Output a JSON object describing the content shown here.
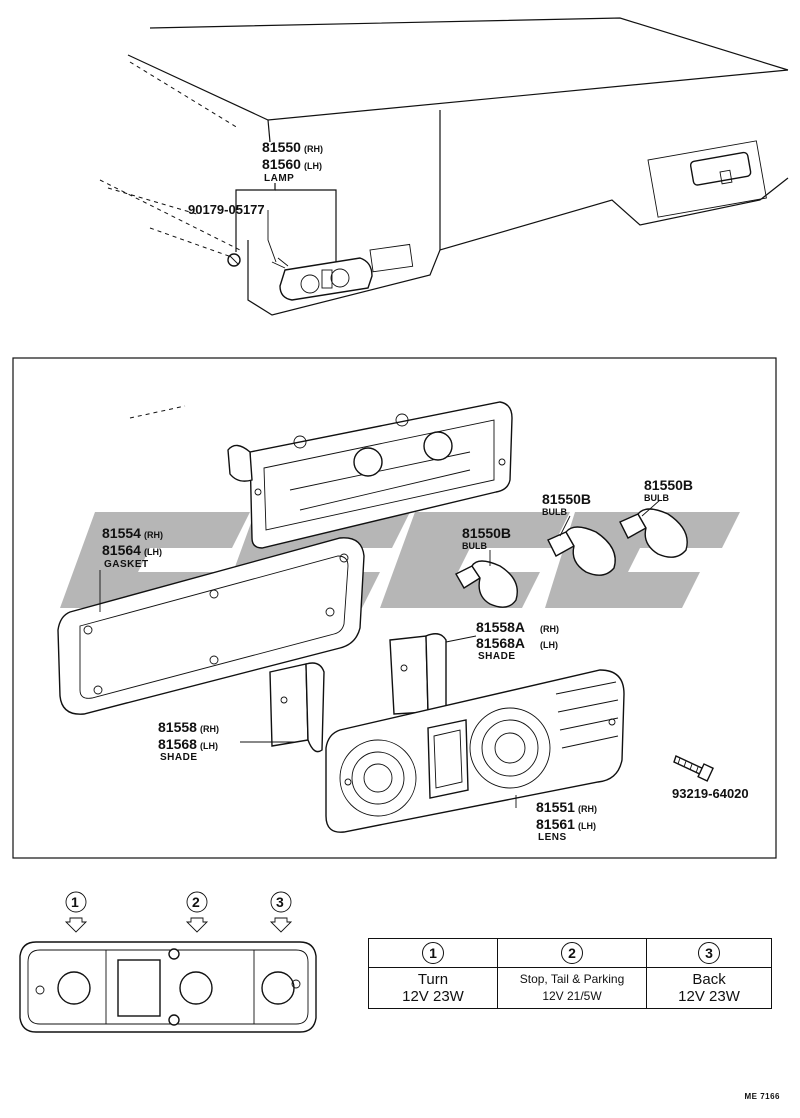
{
  "top_labels": {
    "lamp_rh": "81550",
    "lamp_rh_side": "(RH)",
    "lamp_lh": "81560",
    "lamp_lh_side": "(LH)",
    "lamp_name": "LAMP",
    "screw_top": "90179-05177"
  },
  "parts": {
    "gasket_rh": "81554",
    "gasket_rh_side": "(RH)",
    "gasket_lh": "81564",
    "gasket_lh_side": "(LH)",
    "gasket_name": "GASKET",
    "shade_rh": "81558",
    "shade_rh_side": "(RH)",
    "shade_lh": "81568",
    "shade_lh_side": "(LH)",
    "shade_name": "SHADE",
    "shadeA_rh": "81558A",
    "shadeA_rh_side": "(RH)",
    "shadeA_lh": "81568A",
    "shadeA_lh_side": "(LH)",
    "shadeA_name": "SHADE",
    "bulb1": "81550B",
    "bulb1_name": "BULB",
    "bulb2": "81550B",
    "bulb2_name": "BULB",
    "bulb3": "81550B",
    "bulb3_name": "BULB",
    "lens_rh": "81551",
    "lens_rh_side": "(RH)",
    "lens_lh": "81561",
    "lens_lh_side": "(LH)",
    "lens_name": "LENS",
    "screw": "93219-64020"
  },
  "positions": [
    "1",
    "2",
    "3"
  ],
  "bulb_table": {
    "columns": [
      {
        "num": "1",
        "function": "Turn",
        "spec": "12V 23W"
      },
      {
        "num": "2",
        "function": "Stop, Tail & Parking",
        "spec": "12V 21/5W"
      },
      {
        "num": "3",
        "function": "Back",
        "spec": "12V 23W"
      }
    ]
  },
  "ref_code": "ME 7166"
}
